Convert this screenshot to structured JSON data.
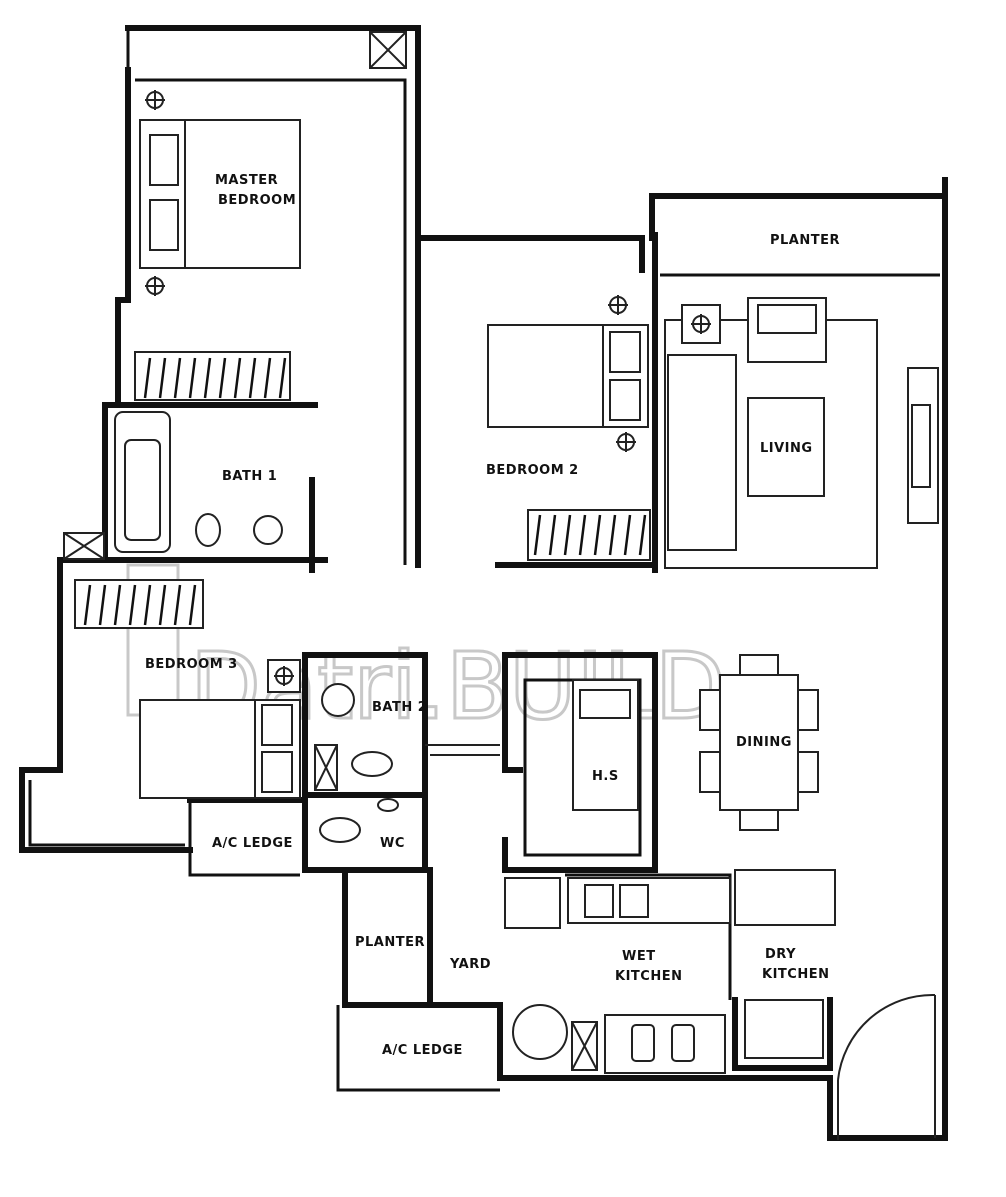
{
  "rooms": {
    "master_bedroom": [
      "MASTER",
      "BEDROOM"
    ],
    "bath1": "BATH 1",
    "bedroom2": "BEDROOM 2",
    "planter_top": "PLANTER",
    "living": "LIVING",
    "bedroom3": "BEDROOM 3",
    "bath2": "BATH 2",
    "hs": "H.S",
    "dining": "DINING",
    "ac_ledge_left": "A/C LEDGE",
    "wc": "WC",
    "planter_bottom": "PLANTER",
    "yard": "YARD",
    "wet_kitchen": [
      "WET",
      "KITCHEN"
    ],
    "dry_kitchen": [
      "DRY",
      "KITCHEN"
    ],
    "ac_ledge_bottom": "A/C LEDGE"
  },
  "watermark": "Datri.BUILD"
}
